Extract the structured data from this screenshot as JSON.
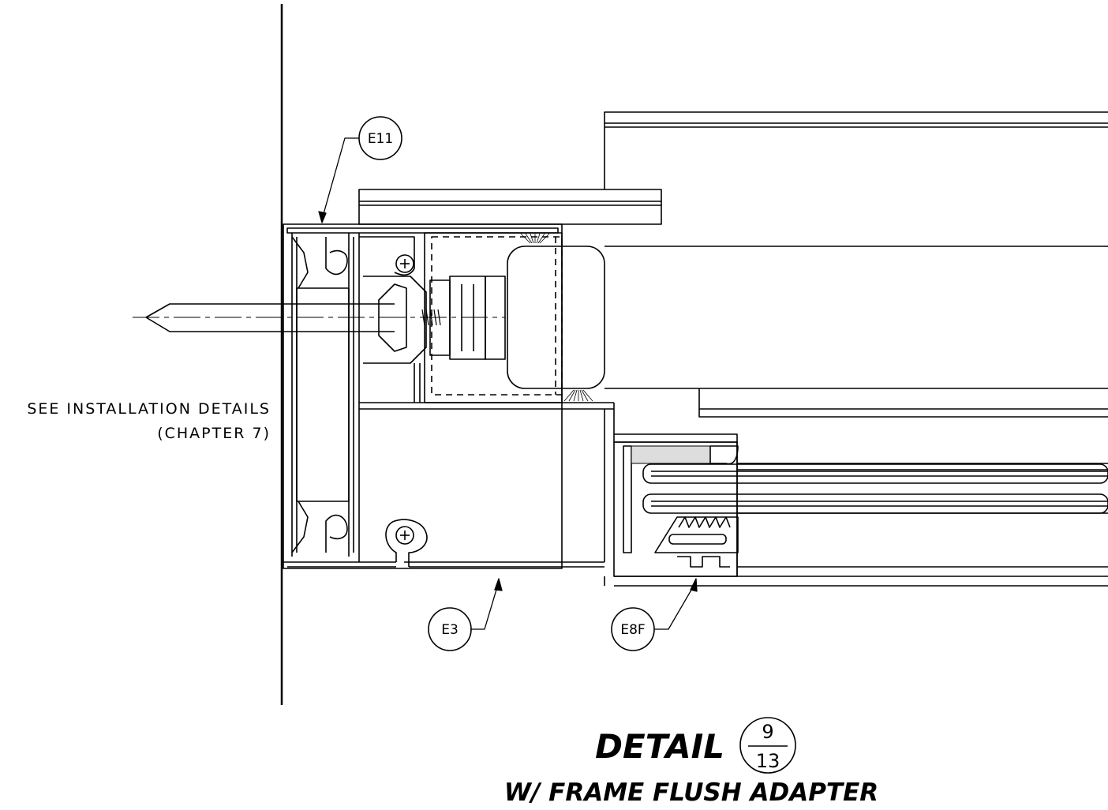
{
  "callouts": {
    "e11": "E11",
    "e3": "E3",
    "e8f": "E8F"
  },
  "note": {
    "line1": "SEE INSTALLATION DETAILS",
    "line2": "(CHAPTER 7)"
  },
  "title": {
    "label": "DETAIL",
    "number": "9",
    "sheet": "13",
    "subtitle": "W/ FRAME FLUSH ADAPTER"
  }
}
